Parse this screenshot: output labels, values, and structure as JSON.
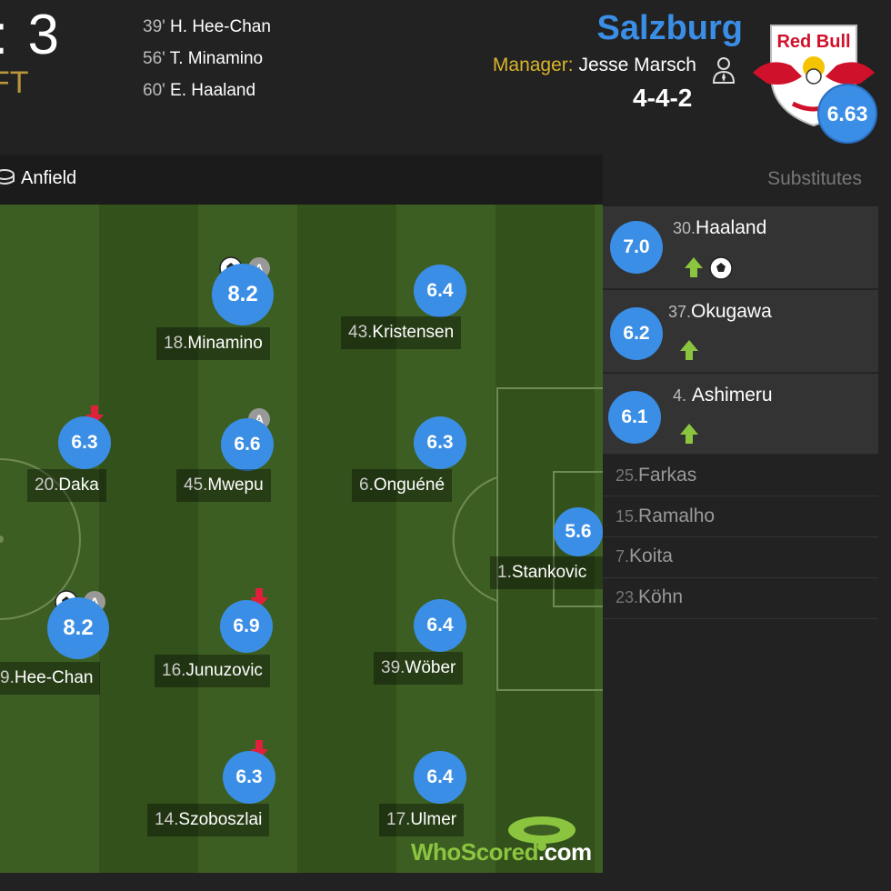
{
  "header": {
    "score": ": 3",
    "status": "FT",
    "goals": [
      {
        "minute": "39'",
        "player": "H. Hee-Chan"
      },
      {
        "minute": "56'",
        "player": "T. Minamino"
      },
      {
        "minute": "60'",
        "player": "E. Haaland"
      }
    ],
    "team_name": "Salzburg",
    "manager_label": "Manager:",
    "manager_name": "Jesse Marsch",
    "formation": "4-4-2",
    "team_rating": "6.63",
    "crest_text": "Red Bull"
  },
  "venue": "Anfield",
  "substitutes_title": "Substitutes",
  "players": [
    {
      "num": "18.",
      "name": "Minamino",
      "rating": "8.2"
    },
    {
      "num": "43.",
      "name": "Kristensen",
      "rating": "6.4"
    },
    {
      "num": "20.",
      "name": "Daka",
      "rating": "6.3"
    },
    {
      "num": "45.",
      "name": "Mwepu",
      "rating": "6.6"
    },
    {
      "num": "6.",
      "name": "Onguéné",
      "rating": "6.3"
    },
    {
      "num": "1.",
      "name": "Stankovic",
      "rating": "5.6"
    },
    {
      "num": "9.",
      "name": "Hee-Chan",
      "rating": "8.2"
    },
    {
      "num": "16.",
      "name": "Junuzovic",
      "rating": "6.9"
    },
    {
      "num": "39.",
      "name": "Wöber",
      "rating": "6.4"
    },
    {
      "num": "14.",
      "name": "Szoboszlai",
      "rating": "6.3"
    },
    {
      "num": "17.",
      "name": "Ulmer",
      "rating": "6.4"
    }
  ],
  "subs": [
    {
      "num": "30.",
      "name": "Haaland",
      "rating": "7.0"
    },
    {
      "num": "37.",
      "name": "Okugawa",
      "rating": "6.2"
    },
    {
      "num": "4.",
      "name": "Ashimeru",
      "rating": "6.1"
    }
  ],
  "bench": [
    {
      "num": "25.",
      "name": "Farkas"
    },
    {
      "num": "15.",
      "name": "Ramalho"
    },
    {
      "num": "7.",
      "name": "Koita"
    },
    {
      "num": "23.",
      "name": "Köhn"
    }
  ],
  "watermark": {
    "part1": "WhoScored",
    "part2": ".com"
  },
  "icons": {
    "goal": "soccer-ball-icon",
    "assist": "assist-badge-icon",
    "sub_off": "sub-off-arrow-icon",
    "sub_on": "sub-on-arrow-icon",
    "manager": "manager-icon",
    "venue": "stadium-icon"
  },
  "colors": {
    "rating_bubble": "#3a8ee6",
    "team_name": "#3a8ee6",
    "manager_label": "#d9b42b",
    "sub_off": "#e0203a",
    "sub_on": "#8bc540",
    "pitch_dark": "#33511b",
    "pitch_light": "#3d5e22"
  }
}
